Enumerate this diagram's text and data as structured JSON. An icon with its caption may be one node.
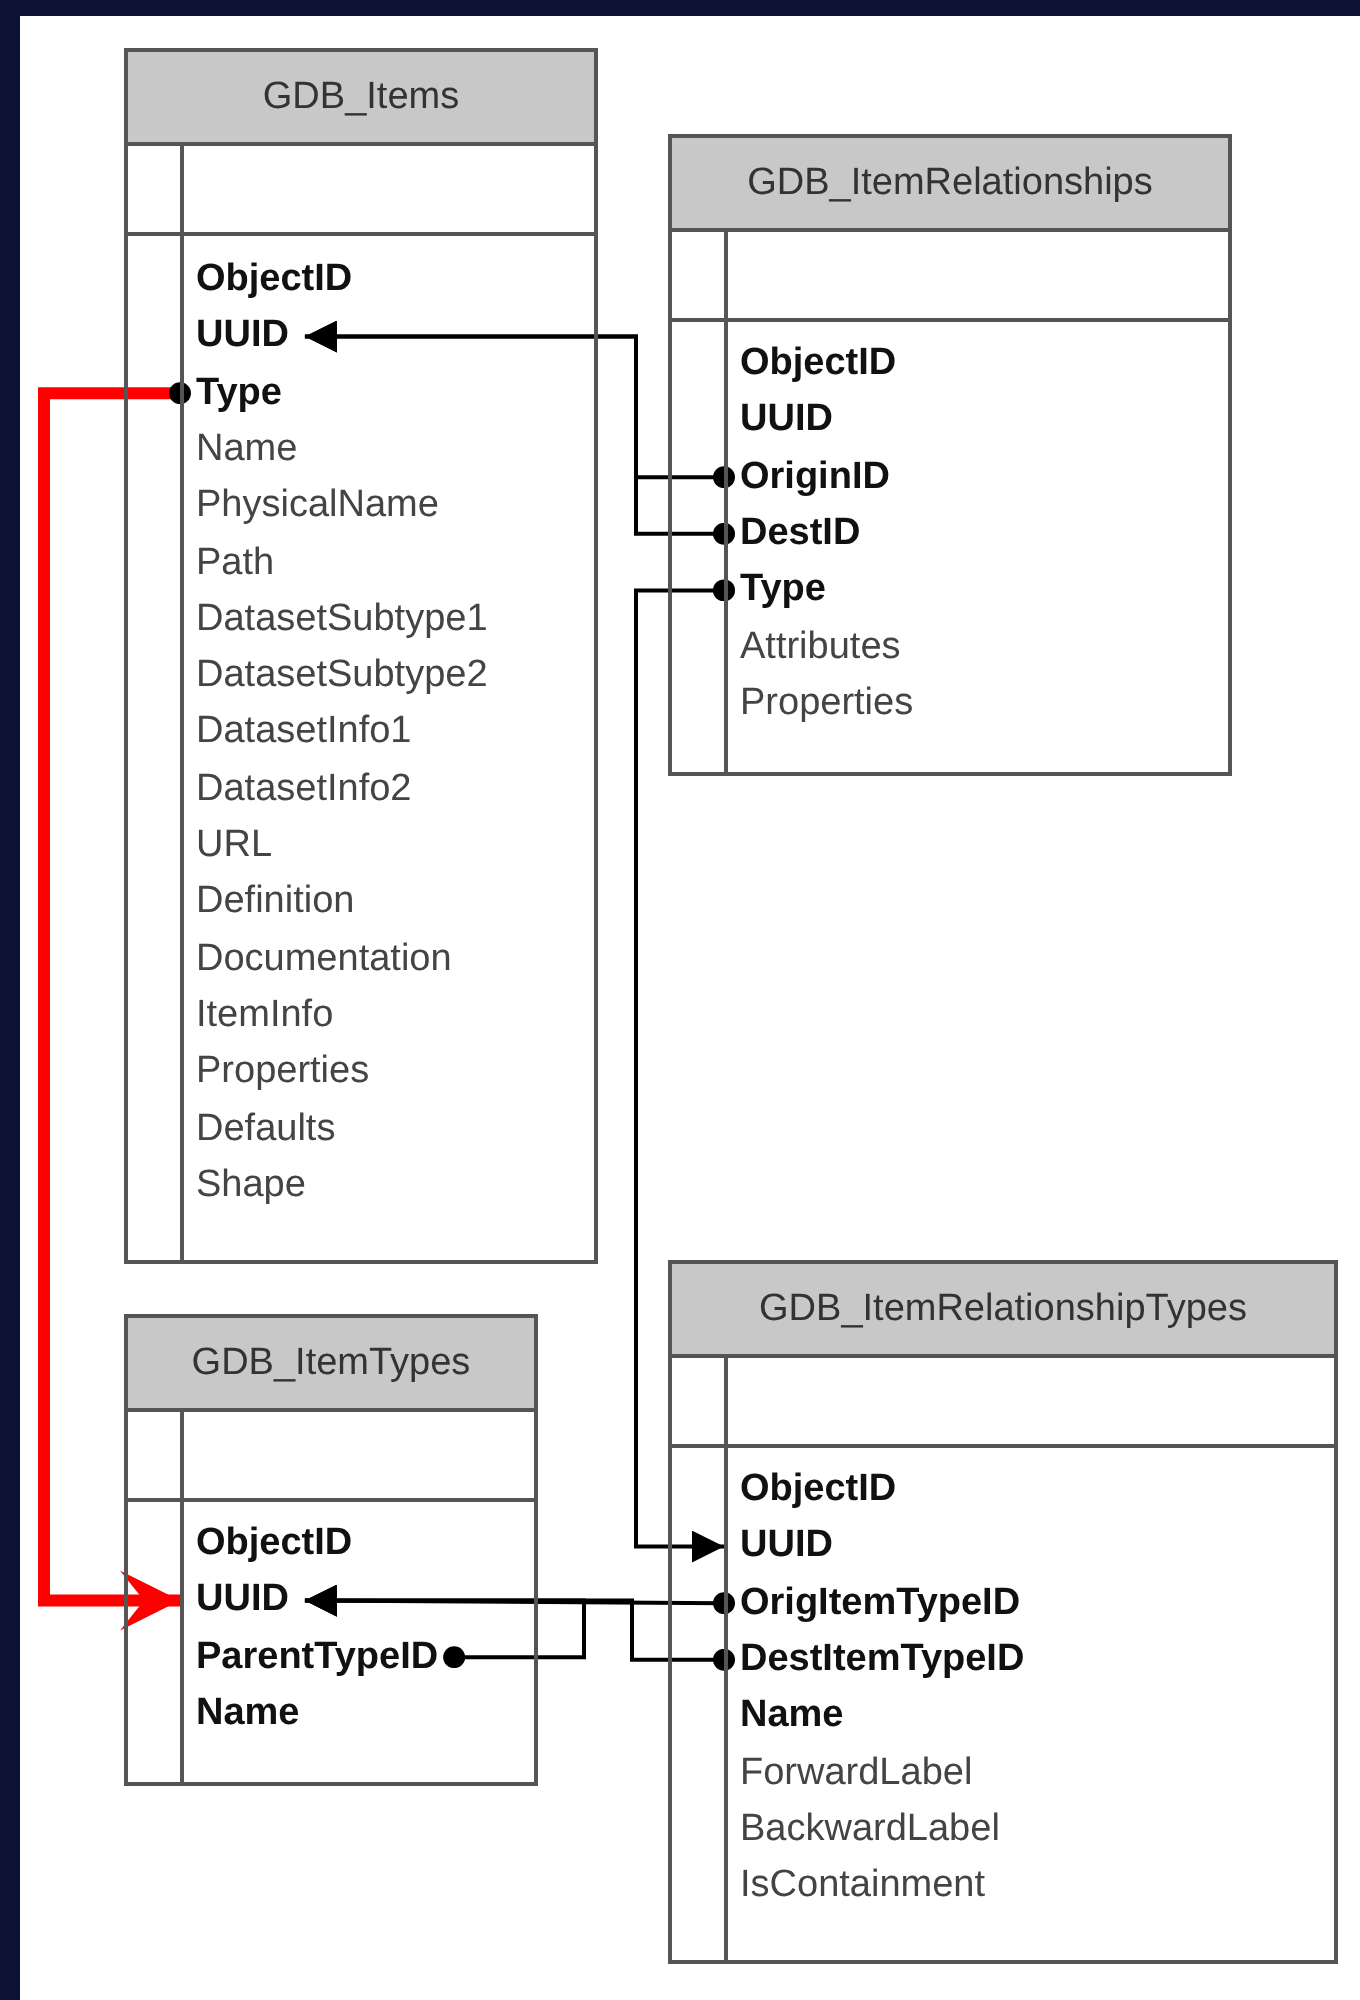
{
  "diagram": {
    "nodes": [
      {
        "text": [
          "GDB_Items"
        ]
      },
      {
        "text": [
          "ObjectID"
        ],
        "in": 0
      },
      {
        "text": [
          "UUID"
        ],
        "in": 0
      },
      {
        "text": [
          "Type"
        ],
        "in": 0
      },
      {
        "text": [
          "Name"
        ],
        "in": 0
      },
      {
        "text": [
          "PhysicalName"
        ],
        "in": 0
      },
      {
        "text": [
          "Path"
        ],
        "in": 0
      },
      {
        "text": [
          "DatasetSubtype1"
        ],
        "in": 0
      },
      {
        "text": [
          "DatasetSubtype2"
        ],
        "in": 0
      },
      {
        "text": [
          "DatasetInfo1"
        ],
        "in": 0
      },
      {
        "text": [
          "DatasetInfo2"
        ],
        "in": 0
      },
      {
        "text": [
          "URL"
        ],
        "in": 0
      },
      {
        "text": [
          "Definition"
        ],
        "in": 0
      },
      {
        "text": [
          "Documentation"
        ],
        "in": 0
      },
      {
        "text": [
          "ItemInfo"
        ],
        "in": 0
      },
      {
        "text": [
          "Properties"
        ],
        "in": 0
      },
      {
        "text": [
          "Defaults"
        ],
        "in": 0
      },
      {
        "text": [
          "Shape"
        ],
        "in": 0
      },
      {
        "text": [
          "GDB_ItemRelationships"
        ]
      },
      {
        "text": [
          "ObjectID"
        ],
        "in": 18
      },
      {
        "text": [
          "UUID"
        ],
        "in": 18
      },
      {
        "text": [
          "OriginID"
        ],
        "in": 18
      },
      {
        "text": [
          "DestID"
        ],
        "in": 18
      },
      {
        "text": [
          "Type"
        ],
        "in": 18
      },
      {
        "text": [
          "Attributes"
        ],
        "in": 18
      },
      {
        "text": [
          "Properties"
        ],
        "in": 18
      },
      {
        "text": [
          "GDB_ItemTypes"
        ]
      },
      {
        "text": [
          "ObjectID"
        ],
        "in": 26
      },
      {
        "text": [
          "UUID"
        ],
        "in": 26
      },
      {
        "text": [
          "ParentTypeID"
        ],
        "in": 26
      },
      {
        "text": [
          "Name"
        ],
        "in": 26
      },
      {
        "text": [
          "GDB_ItemRelationshipTypes"
        ]
      },
      {
        "text": [
          "ObjectID"
        ],
        "in": 31
      },
      {
        "text": [
          "UUID"
        ],
        "in": 31
      },
      {
        "text": [
          "OrigItemTypeID"
        ],
        "in": 31
      },
      {
        "text": [
          "DestItemTypeID"
        ],
        "in": 31
      },
      {
        "text": [
          "Name"
        ],
        "in": 31
      },
      {
        "text": [
          "ForwardLabel"
        ],
        "in": 31
      },
      {
        "text": [
          "BackwardLabel"
        ],
        "in": 31
      },
      {
        "text": [
          "IsContainment"
        ],
        "in": 31
      }
    ],
    "edges": [
      {
        "from": 21,
        "to": 2,
        "arrow": "to"
      },
      {
        "from": 22,
        "to": 2,
        "arrow": "to"
      },
      {
        "from": 23,
        "to": 33,
        "arrow": "to"
      },
      {
        "from": 3,
        "to": 28,
        "arrow": "to",
        "style": "thick",
        "color": "#ff0000"
      },
      {
        "from": 34,
        "to": 28,
        "arrow": "to"
      },
      {
        "from": 35,
        "to": 28,
        "arrow": "to"
      },
      {
        "from": 29,
        "to": 28,
        "arrow": "to"
      }
    ]
  }
}
